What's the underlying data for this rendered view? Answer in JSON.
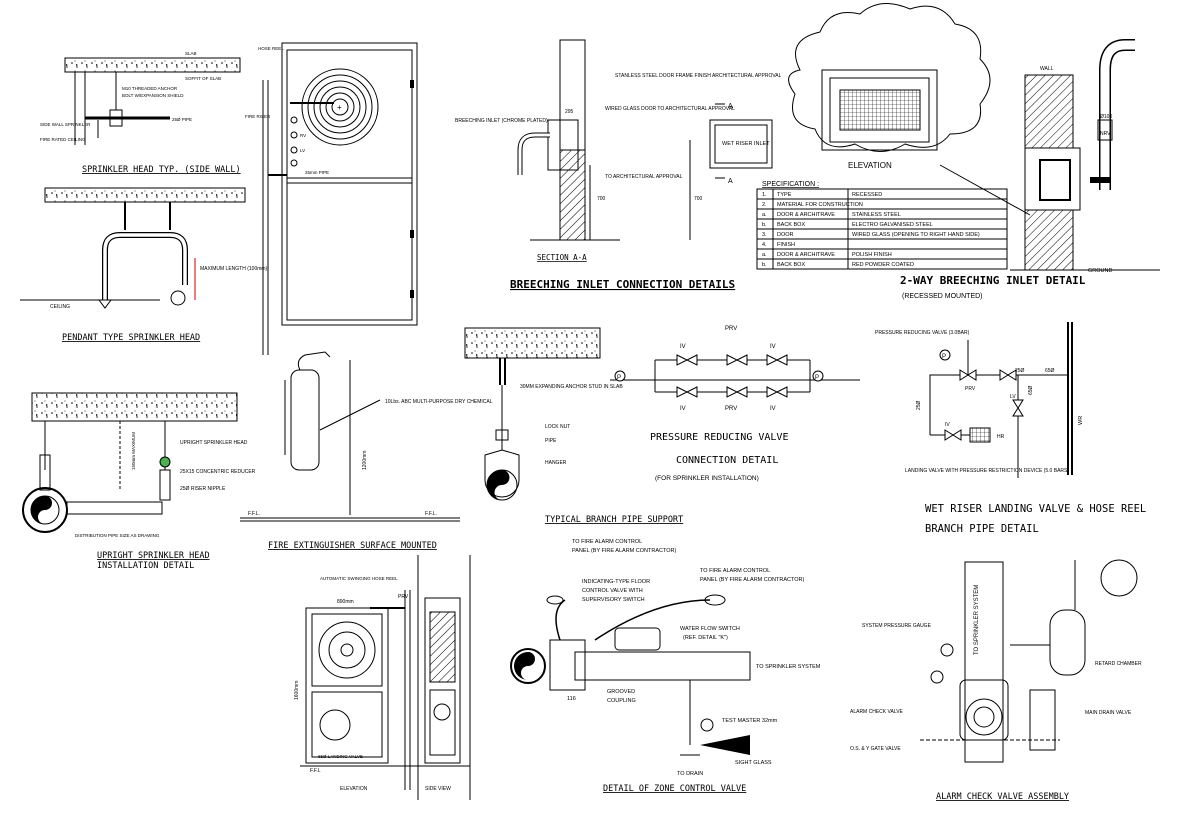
{
  "sprinkler_side_wall": {
    "title": "SPRINKLER HEAD TYP. (SIDE WALL)",
    "labels": [
      "SLAB",
      "SOFFIT OF SLAB",
      "M10 THREADED ANCHOR",
      "BOLT W/EXPANSION SHIELD",
      "25Ø PIPE",
      "SIDE WALL SPRINKLER",
      "FIRE RATED CEILING"
    ]
  },
  "pendant_sprinkler": {
    "title": "PENDANT TYPE SPRINKLER HEAD",
    "labels": [
      "MAXIMUM LENGTH (100mm)",
      "CEILING"
    ]
  },
  "upright_sprinkler": {
    "title": "UPRIGHT SPRINKLER HEAD",
    "subtitle": "INSTALLATION DETAIL",
    "labels": [
      "UPRIGHT SPRINKLER HEAD",
      "25X15 CONCENTRIC REDUCER",
      "25Ø RISER NIPPLE",
      "DISTRIBUTION PIPE SIZE AS DRAWING",
      "150mm MAXIMUM"
    ]
  },
  "hose_cabinet": {
    "labels": [
      "HOSE REEL",
      "FIRE RISER",
      "25mm PIPE",
      "RV",
      "LV"
    ]
  },
  "fire_extinguisher": {
    "title": "FIRE EXTINGUISHER SURFACE MOUNTED",
    "labels": [
      "10Lbs. ABC MULTI-PURPOSE DRY CHEMICAL",
      "F.F.L.",
      "F.F.L.",
      "1200mm"
    ]
  },
  "breeching_section": {
    "title": "SECTION A-A",
    "labels": [
      "BREECHING INLET (CHROME PLATED)",
      "WIRED GLASS DOOR TO ARCHITECTURAL APPROVAL",
      "TO ARCHITECTURAL APPROVAL",
      "295",
      "700",
      "700"
    ]
  },
  "breeching_front": {
    "labels": [
      "STANLESS STEEL DOOR FRAME FINISH ARCHITECTURAL APPROVAL",
      "WET RISER INLET",
      "A",
      "A"
    ]
  },
  "breeching_title": "BREECHING INLET CONNECTION DETAILS",
  "elevation": {
    "title": "ELEVATION"
  },
  "specification": {
    "heading": "SPECIFICATION :",
    "rows": [
      [
        "1.",
        "TYPE",
        "RECESSED"
      ],
      [
        "2.",
        "MATERIAL FOR CONSTRUCTION",
        ""
      ],
      [
        "a.",
        "DOOR & ARCHITRAVE",
        "STAINLESS STEEL"
      ],
      [
        "b.",
        "BACK BOX",
        "ELECTRO GALVANISED STEEL"
      ],
      [
        "3.",
        "DOOR",
        "WIRED GLASS (OPENING TO RIGHT HAND SIDE)"
      ],
      [
        "4.",
        "FINISH",
        ""
      ],
      [
        "a.",
        "DOOR & ARCHITRAVE",
        "POLISH FINISH"
      ],
      [
        "b.",
        "BACK BOX",
        "RED POWDER COATED"
      ]
    ]
  },
  "two_way_breeching": {
    "title": "2-WAY BREECHING INLET DETAIL",
    "subtitle": "(RECESSED MOUNTED)",
    "labels": [
      "WALL",
      "GROUND",
      "Ø100",
      "NRV"
    ]
  },
  "branch_support": {
    "title": "TYPICAL BRANCH PIPE SUPPORT",
    "labels": [
      "30MM EXPANDING ANCHOR STUD IN SLAB",
      "LOCK NUT",
      "PIPE",
      "HANGER"
    ]
  },
  "prv_detail": {
    "title1": "PRESSURE REDUCING VALVE",
    "title2": "CONNECTION DETAIL",
    "subtitle": "(FOR SPRINKLER INSTALLATION)",
    "labels": [
      "PRV",
      "PRV",
      "IV",
      "IV",
      "IV",
      "IV",
      "P",
      "P"
    ]
  },
  "landing_valve": {
    "title1": "WET RISER LANDING VALVE & HOSE REEL",
    "title2": "BRANCH PIPE DETAIL",
    "labels": [
      "PRESSURE REDUCING VALVE (3.0BAR)",
      "PRV",
      "25Ø",
      "65Ø",
      "25Ø",
      "65Ø",
      "LV",
      "IV",
      "HR",
      "WR",
      "LANDING VALVE WITH PRESSURE RESTRICTION DEVICE (5.0 BARS)",
      "P"
    ]
  },
  "hose_reel_elevation": {
    "labels": [
      "ELEVATION",
      "SIDE VIEW",
      "F.F.L",
      "AUTOMATIC SWINGING HOSE REEL",
      "65Ø LANDING VALVE",
      "PRV",
      "890mm",
      "1600mm"
    ]
  },
  "zone_control": {
    "title": "DETAIL OF ZONE CONTROL VALVE",
    "labels": [
      "TO FIRE ALARM CONTROL",
      "PANEL (BY FIRE ALARM CONTRACTOR)",
      "INDICATING-TYPE FLOOR",
      "CONTROL VALVE WITH",
      "SUPERVISORY SWITCH",
      "TO FIRE ALARM CONTROL",
      "PANEL (BY FIRE ALARM CONTRACTOR)",
      "WATER FLOW SWITCH",
      "(REF. DETAIL \"K\")",
      "TO SPRINKLER SYSTEM",
      "GROOVED",
      "COUPLING",
      "TEST MASTER 32mm",
      "SIGHT GLASS",
      "TO DRAIN",
      "116"
    ]
  },
  "alarm_check": {
    "title": "ALARM CHECK VALVE ASSEMBLY",
    "labels": [
      "SYSTEM PRESSURE GAUGE",
      "TO SPRINKLER SYSTEM",
      "RETARD CHAMBER",
      "ALARM CHECK VALVE",
      "MAIN DRAIN VALVE",
      "O.S. & Y GATE VALVE"
    ]
  }
}
